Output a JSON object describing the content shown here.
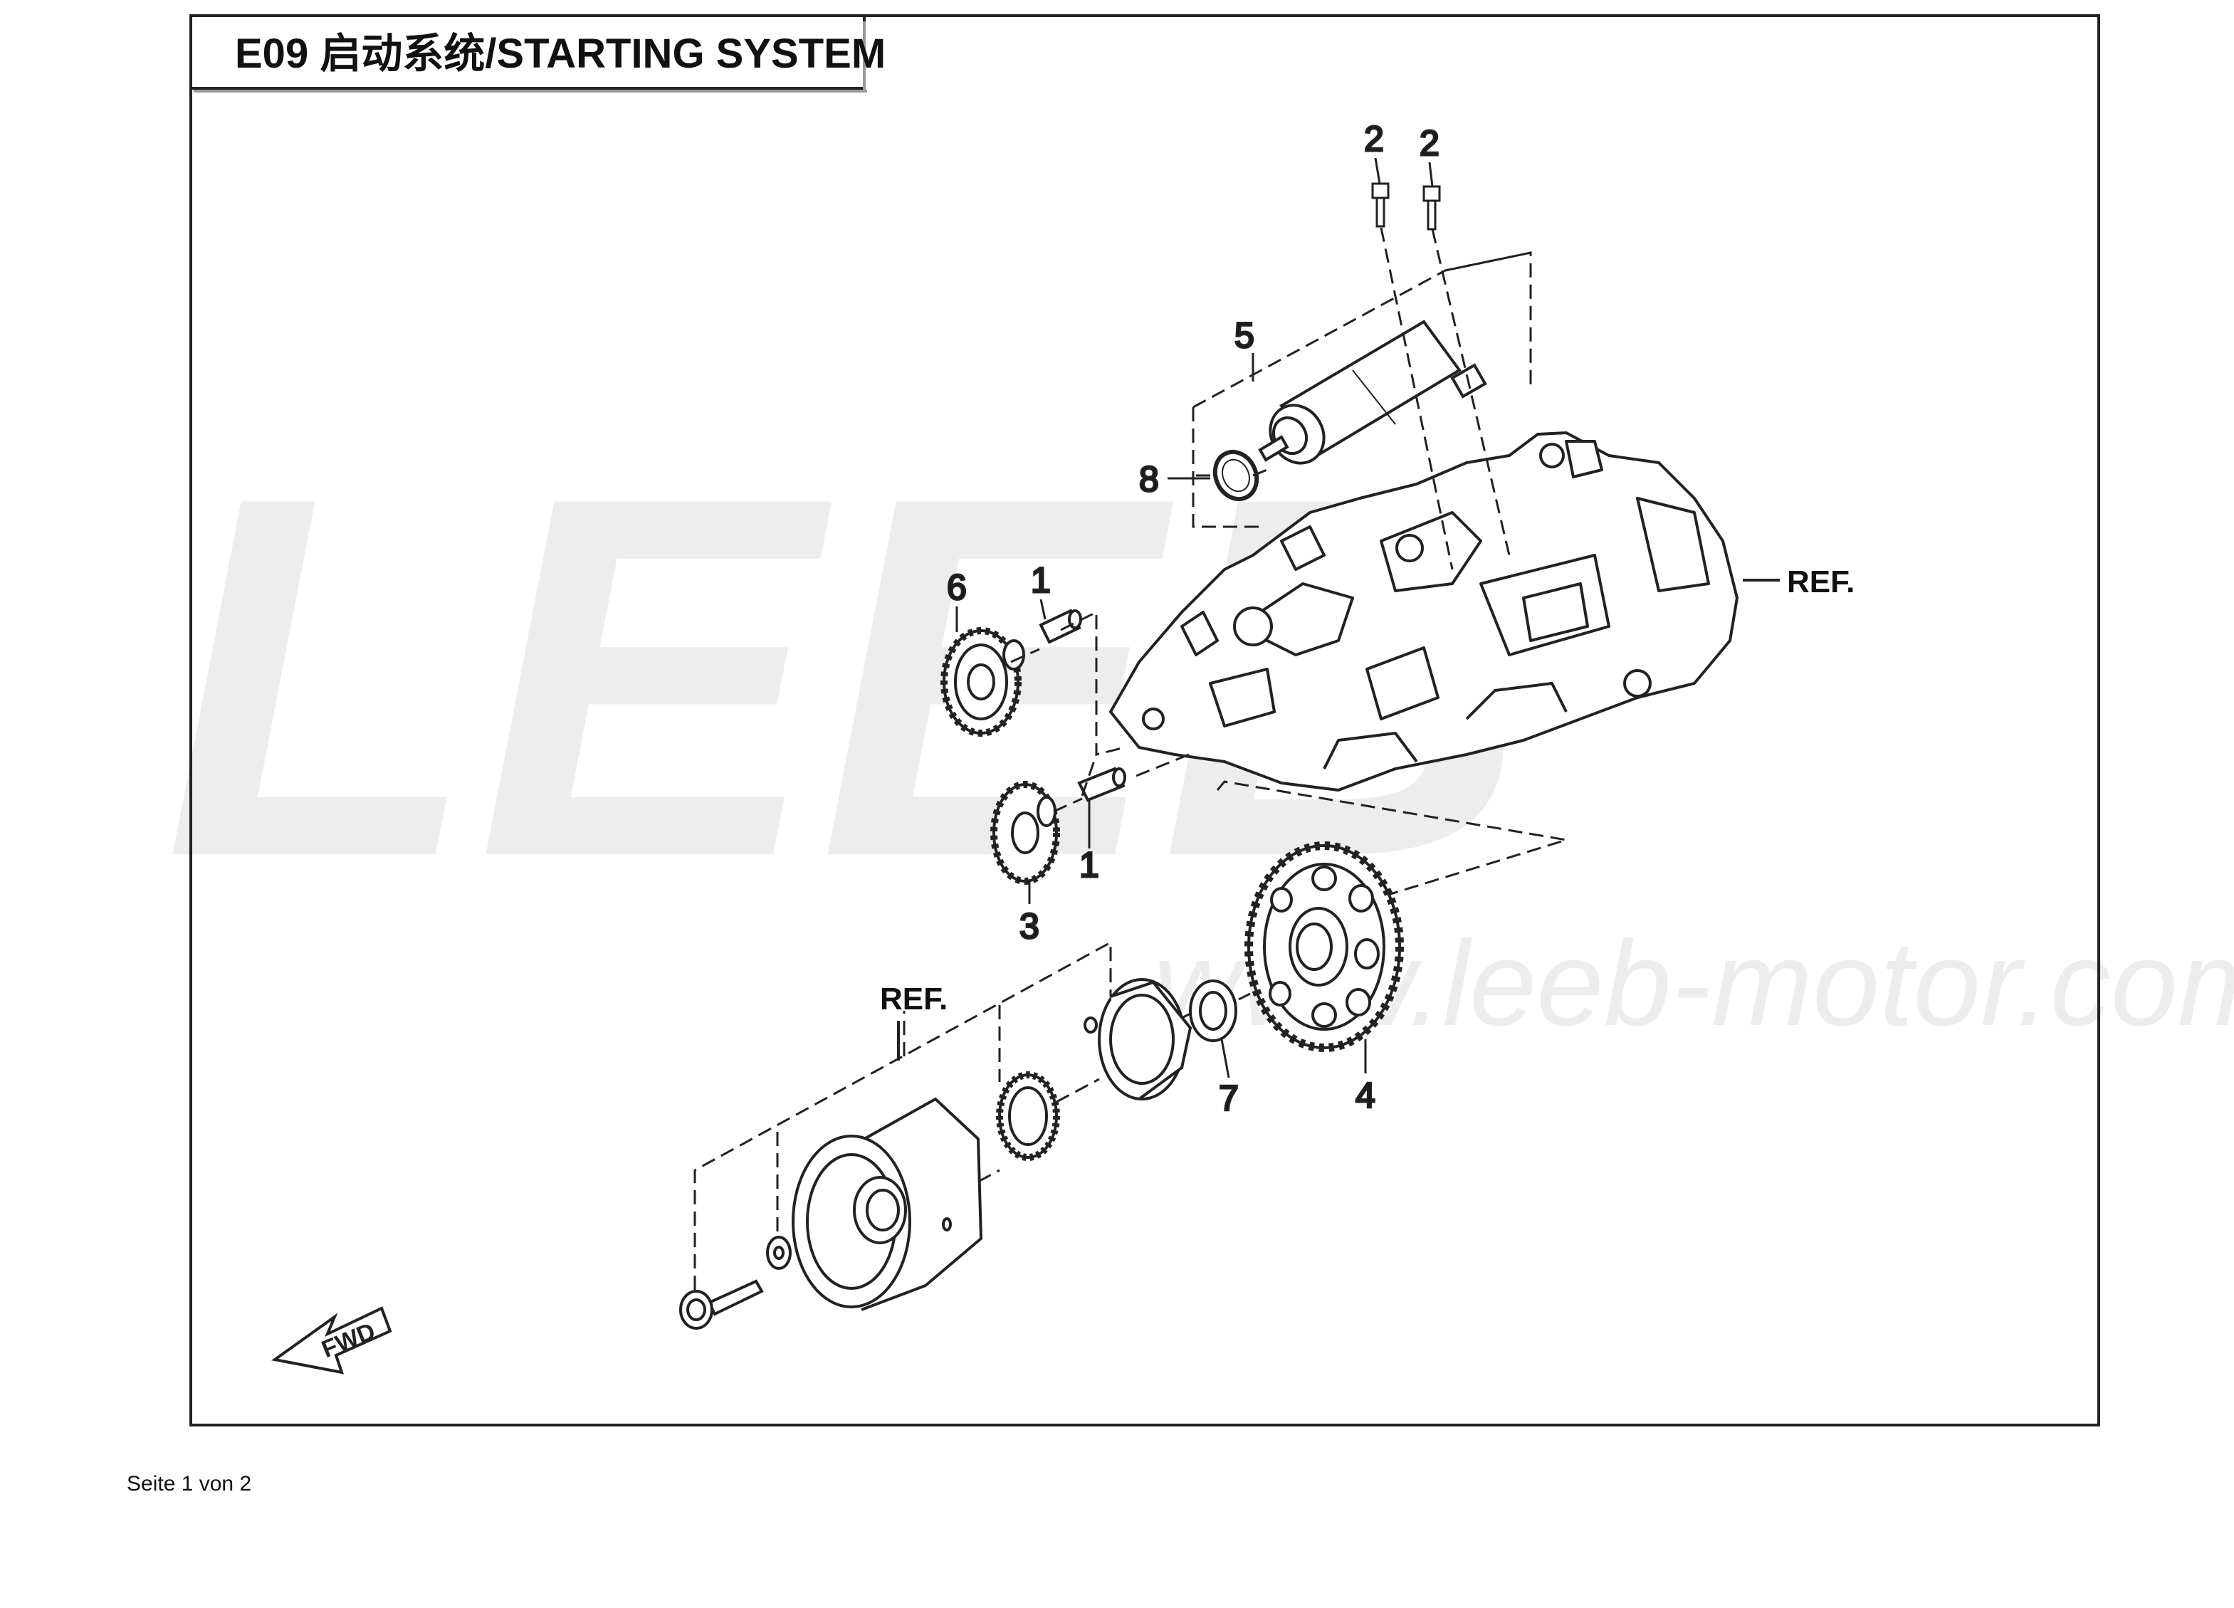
{
  "diagram": {
    "title": "E09  启动系统/STARTING SYSTEM",
    "watermark_brand": "LEEB",
    "watermark_url": "www.leeb-motor.com",
    "fwd_label": "FWD",
    "ref_label": "REF.",
    "callouts": {
      "c1a": "1",
      "c1b": "1",
      "c2a": "2",
      "c2b": "2",
      "c3": "3",
      "c4": "4",
      "c5": "5",
      "c6": "6",
      "c7": "7",
      "c8": "8"
    }
  },
  "footer": {
    "page_text": "Seite 1 von 2"
  }
}
